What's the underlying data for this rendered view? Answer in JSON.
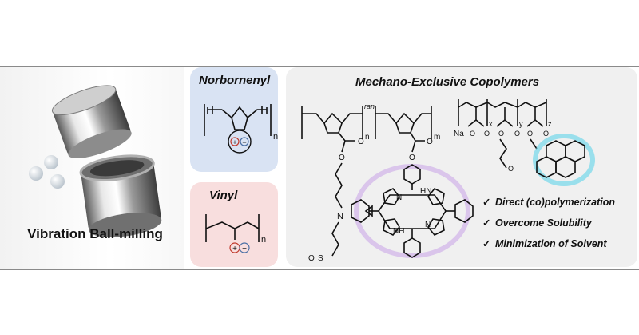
{
  "main_title": "Vibration Ball-milling",
  "norbornenyl_label": "Norbornenyl",
  "vinyl_label": "Vinyl",
  "mechano_title": "Mechano-Exclusive Copolymers",
  "checks": [
    "Direct (co)polymerization",
    "Overcome Solubility",
    "Minimization of Solvent"
  ],
  "chem_labels": {
    "n": "n",
    "m": "m",
    "x": "x",
    "y": "y",
    "z": "z",
    "ran": "ran",
    "o": "O",
    "n_plus": "N",
    "s_minus": "S",
    "o3": "O",
    "hn": "HN",
    "nh": "NH",
    "n_ring": "N",
    "na": "Na",
    "plus": "+",
    "minus": "−"
  },
  "colors": {
    "norb_box": "#d9e3f3",
    "vinyl_box": "#f8dede",
    "mech_box": "#f0f0f0",
    "zwitterion": "#8b1a1a",
    "porphyrin_glow": "#c9a3e8",
    "pyrene_glow": "#5fd3ea",
    "sodium": "#1a8a8a"
  }
}
